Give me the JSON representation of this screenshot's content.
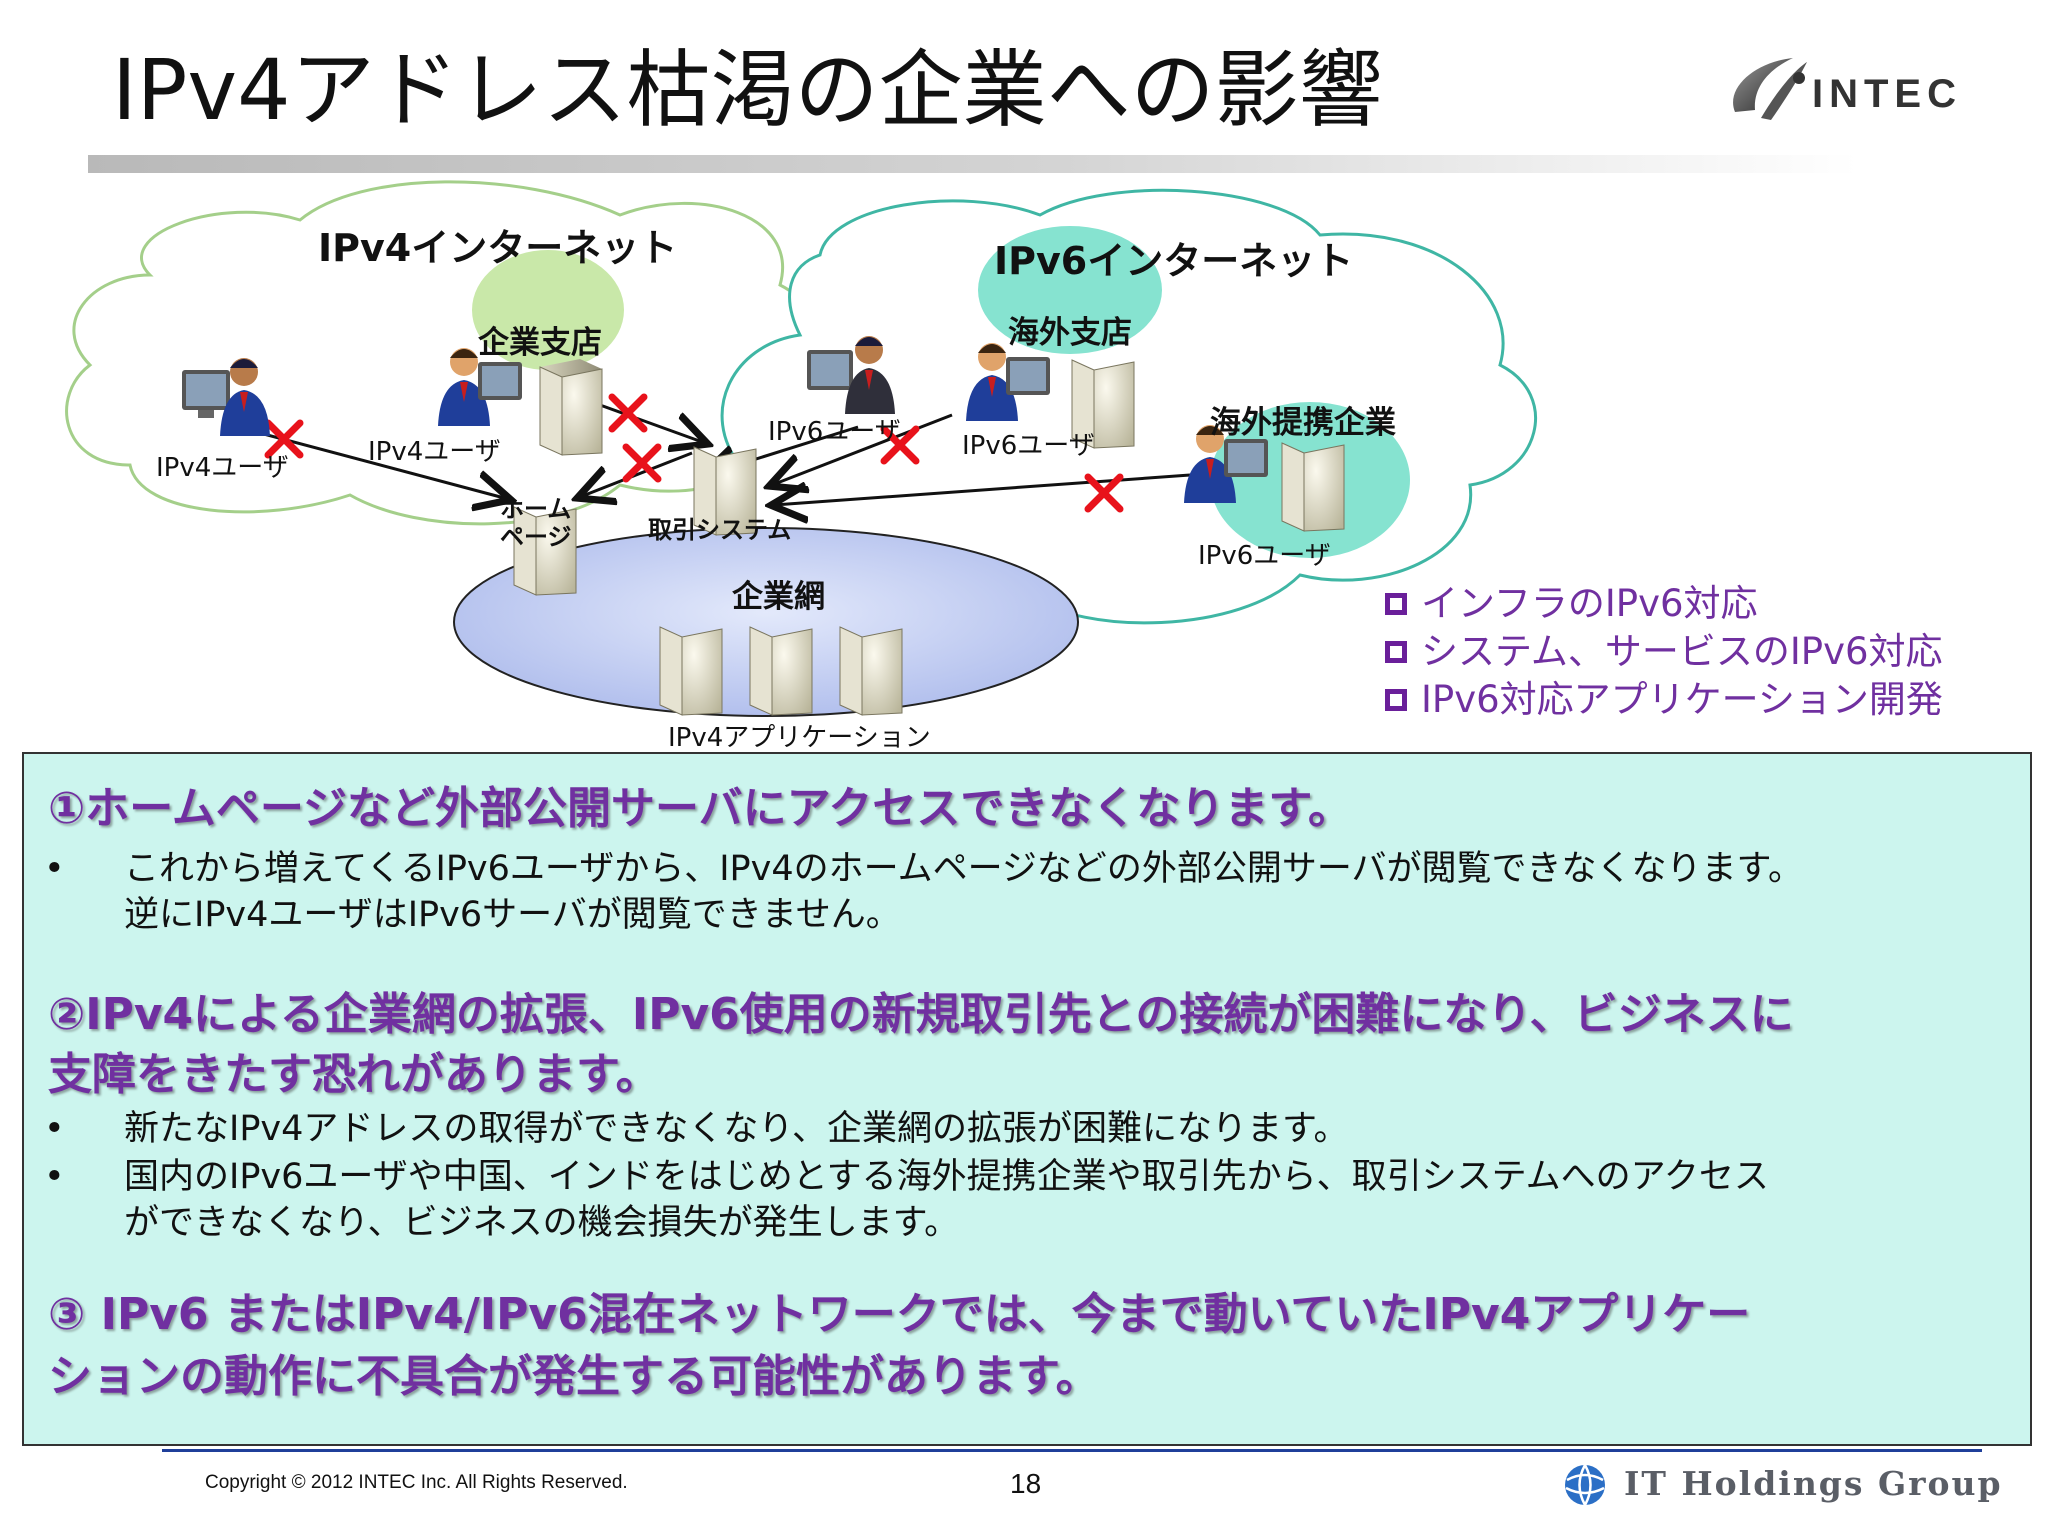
{
  "title": "IPv4アドレス枯渇の企業への影響",
  "logo": {
    "text": "INTEC",
    "icon": "intec-logo-icon"
  },
  "diagram": {
    "ipv4_internet": "IPv4インターネット",
    "ipv6_internet": "IPv6インターネット",
    "branch": "企業支店",
    "overseas_branch": "海外支店",
    "overseas_partner": "海外提携企業",
    "enterprise_net": "企業網",
    "homepage_line1": "ホーム",
    "homepage_line2": "ページ",
    "trading_system": "取引システム",
    "ipv4_app": "IPv4アプリケーション",
    "users": {
      "ipv4_user_left": "IPv4ユーザ",
      "ipv4_user_branch": "IPv4ユーザ",
      "ipv6_user_a": "IPv6ユーザ",
      "ipv6_user_b": "IPv6ユーザ",
      "ipv6_user_c": "IPv6ユーザ"
    },
    "colors": {
      "accent_red": "#e8121b",
      "cloud_v4": "#a4cf8a",
      "cloud_v6": "#3fb6a4",
      "net_fill": "#c3cff2"
    }
  },
  "checklist": [
    " インフラのIPv6対応",
    "システム、サービスのIPv6対応",
    " IPv6対応アプリケーション開発"
  ],
  "sections": [
    {
      "heading": "①ホームページなど外部公開サーバにアクセスできなくなります。",
      "bullets": [
        {
          "lines": [
            "これから増えてくるIPv6ユーザから、IPv4のホームページなどの外部公開サーバが閲覧できなくなります。",
            "逆にIPv4ユーザはIPv6サーバが閲覧できません。"
          ]
        }
      ]
    },
    {
      "heading_lines": [
        "②IPv4による企業網の拡張、IPv6使用の新規取引先との接続が困難になり、ビジネスに",
        "支障をきたす恐れがあります。"
      ],
      "bullets": [
        {
          "lines": [
            "新たなIPv4アドレスの取得ができなくなり、企業網の拡張が困難になります。"
          ]
        },
        {
          "lines": [
            "国内のIPv6ユーザや中国、インドをはじめとする海外提携企業や取引先から、取引システムへのアクセス",
            "ができなくなり、ビジネスの機会損失が発生します。"
          ]
        }
      ]
    },
    {
      "heading_lines": [
        "③ IPv6 またはIPv4/IPv6混在ネットワークでは、今まで動いていたIPv4アプリケー",
        "ションの動作に不具合が発生する可能性があります。"
      ]
    }
  ],
  "bullet_symbol": "•",
  "footer": {
    "copyright": "Copyright © 2012 INTEC Inc. All Rights Reserved.",
    "page": "18",
    "group": "IT Holdings Group",
    "group_icon": "it-holdings-globe-icon"
  },
  "accent": "#7030a0"
}
